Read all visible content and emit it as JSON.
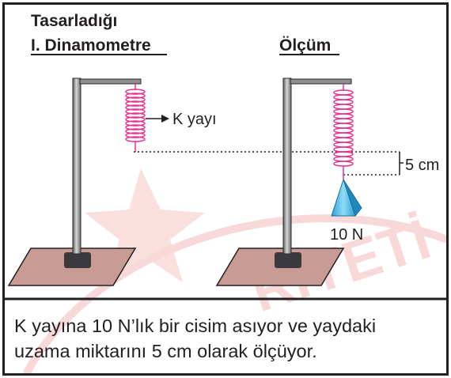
{
  "left_panel": {
    "title_line1": "Tasarladığı",
    "title_line2": "I. Dinamometre",
    "spring_label": "K yayı"
  },
  "right_panel": {
    "title": "Ölçüm",
    "extension_label": "5 cm",
    "weight_label": "10 N"
  },
  "caption": {
    "line1": "K yayına 10 N’lık bir cisim asıyor ve yaydaki",
    "line2": "uzama miktarını 5 cm olarak ölçüyor."
  },
  "colors": {
    "border": "#231f20",
    "spring": "#e8338f",
    "base_plate": "#c89b95",
    "stand_pole": "#8c8d90",
    "weight": "#4bbbe8",
    "watermark": "#f3b9b9"
  }
}
